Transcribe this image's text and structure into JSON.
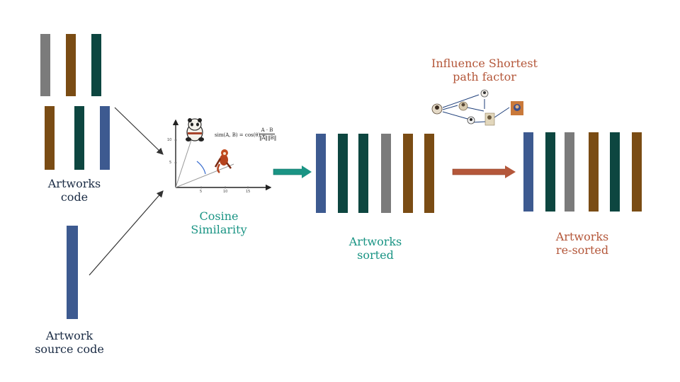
{
  "colors": {
    "gray": "#7b7b7b",
    "brown": "#7a4c14",
    "teal": "#0d4640",
    "blue": "#3d5a90",
    "teal_text": "#1a9484",
    "orange_text": "#b4573a",
    "teal_arrow": "#1a9484",
    "orange_arrow": "#b4573a"
  },
  "labels": {
    "artworks_code": [
      "Artworks",
      "code"
    ],
    "artwork_source_code": [
      "Artwork",
      "source code"
    ],
    "cosine_similarity": [
      "Cosine",
      "Similarity"
    ],
    "artworks_sorted": [
      "Artworks",
      "sorted"
    ],
    "influence": [
      "Influence Shortest",
      "path factor"
    ],
    "artworks_resorted": [
      "Artworks",
      "re-sorted"
    ]
  },
  "formula": {
    "text": "sim(A, B) = cos(θ) =",
    "numerator": "A · B",
    "denominator": "‖A‖‖B‖"
  },
  "axis_ticks": {
    "x": [
      "5",
      "10",
      "15"
    ],
    "y": [
      "10",
      "5"
    ]
  },
  "icons": {
    "panda": "kung-fu-panda-icon",
    "red_panda": "red-panda-icon",
    "network": "artist-influence-network-icon"
  },
  "code_bars": {
    "top_row": [
      "gray",
      "brown",
      "teal"
    ],
    "bottom_row": [
      "brown",
      "teal",
      "blue"
    ],
    "source": [
      "blue"
    ],
    "sorted": [
      "blue",
      "teal",
      "teal",
      "gray",
      "brown",
      "brown"
    ],
    "resorted": [
      "blue",
      "teal",
      "gray",
      "brown",
      "teal",
      "brown"
    ]
  }
}
